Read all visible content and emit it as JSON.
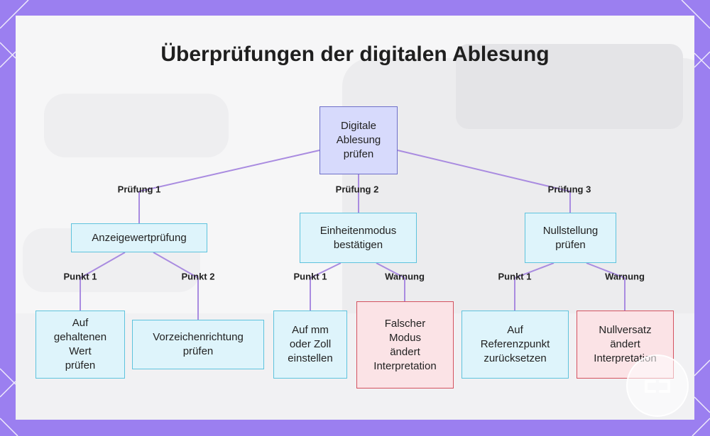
{
  "title": "Überprüfungen der digitalen Ablesung",
  "nodes": {
    "root": "Digitale\nAblesung\nprüfen",
    "check1": "Anzeigewertprüfung",
    "check2": "Einheitenmodus\nbestätigen",
    "check3": "Nullstellung\nprüfen",
    "leaf1": "Auf\ngehaltenen\nWert\nprüfen",
    "leaf2": "Vorzeichenrichtung\nprüfen",
    "leaf3": "Auf mm\noder Zoll\neinstellen",
    "leaf4": "Falscher\nModus\nändert\nInterpretation",
    "leaf5": "Auf\nReferenzpunkt\nzurücksetzen",
    "leaf6": "Nullversatz\nändert\nInterpretation"
  },
  "edges": {
    "pruefung1": "Prüfung 1",
    "pruefung2": "Prüfung 2",
    "pruefung3": "Prüfung 3",
    "c1_punkt1": "Punkt 1",
    "c1_punkt2": "Punkt 2",
    "c2_punkt1": "Punkt 1",
    "c2_warnung": "Warnung",
    "c3_punkt1": "Punkt 1",
    "c3_warnung": "Warnung"
  },
  "colors": {
    "frame": "#9b7ff0",
    "connector": "#a98be0",
    "root_fill": "#d7dafc",
    "node_fill": "#def4fb",
    "node_border": "#5ec3dd",
    "warning_fill": "#fbe3e6",
    "warning_border": "#d4525f"
  }
}
